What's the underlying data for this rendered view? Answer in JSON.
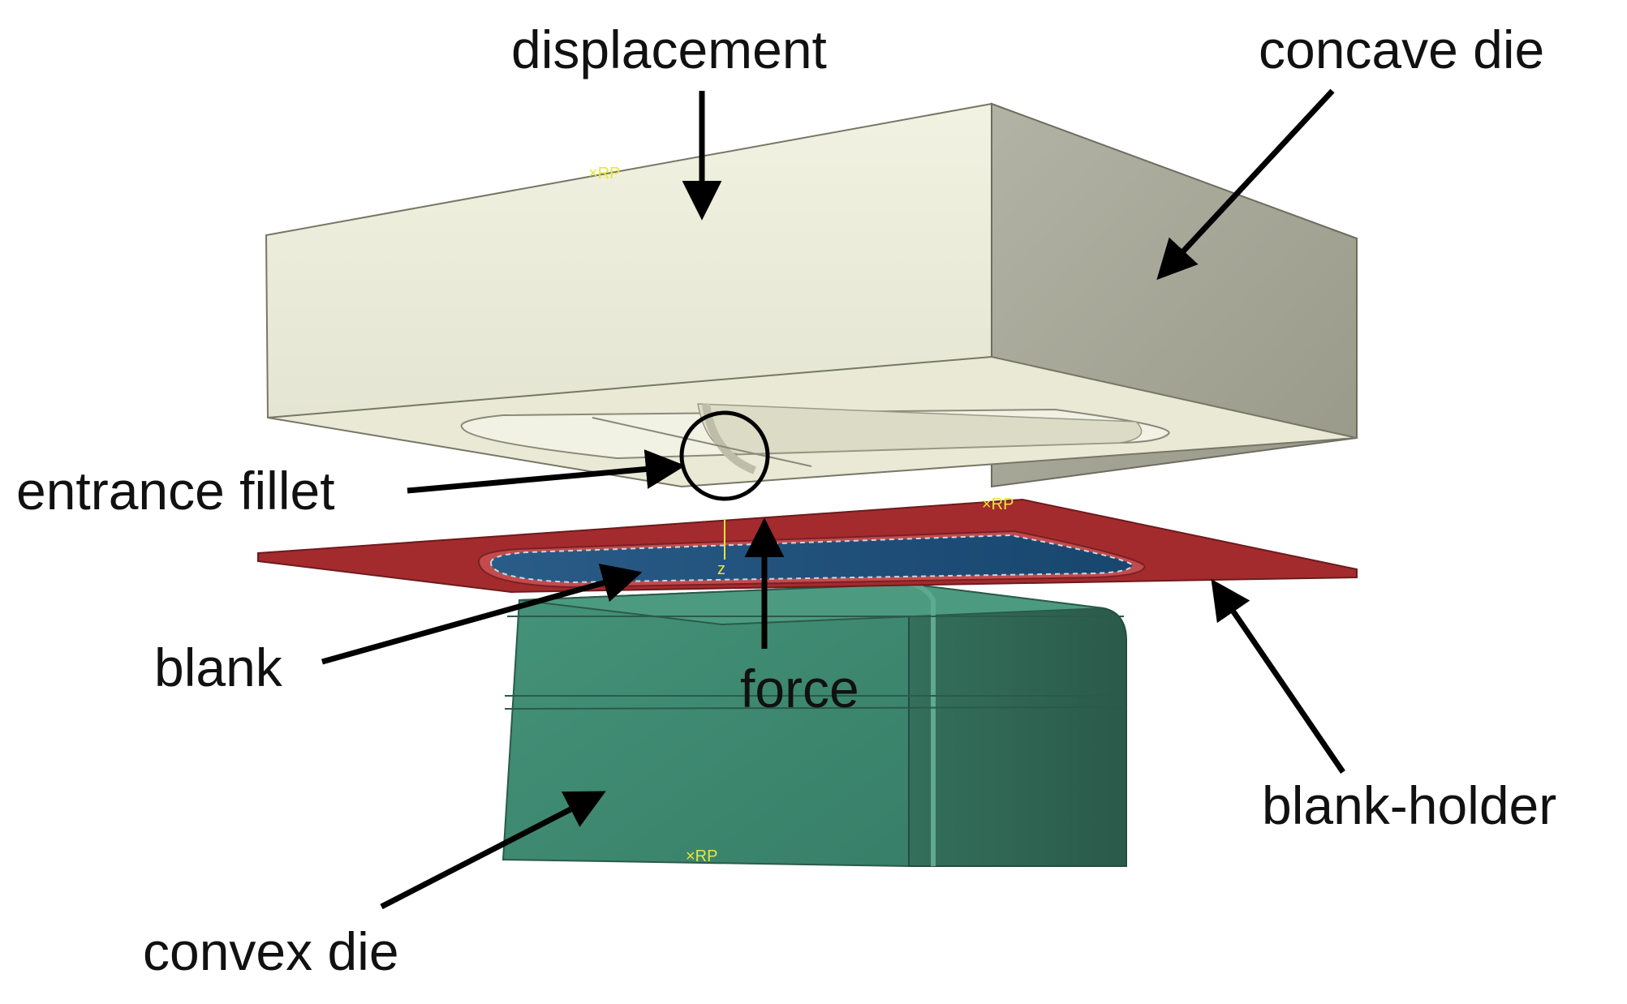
{
  "labels": {
    "displacement": "displacement",
    "concave_die": "concave die",
    "entrance_fillet": "entrance fillet",
    "blank": "blank",
    "force": "force",
    "blank_holder": "blank-holder",
    "convex_die": "convex die"
  },
  "markers": {
    "rp": "RP",
    "z": "z"
  },
  "colors": {
    "concave_die_front": "#efefde",
    "concave_die_side": "#a9a99c",
    "concave_die_top": "#f5f5e6",
    "blank_holder": "#a02a2c",
    "blank": "#1e4f7a",
    "convex_die_front": "#3e8c74",
    "convex_die_side": "#2e6654",
    "arrow": "#000000",
    "marker": "#e6e63a"
  }
}
